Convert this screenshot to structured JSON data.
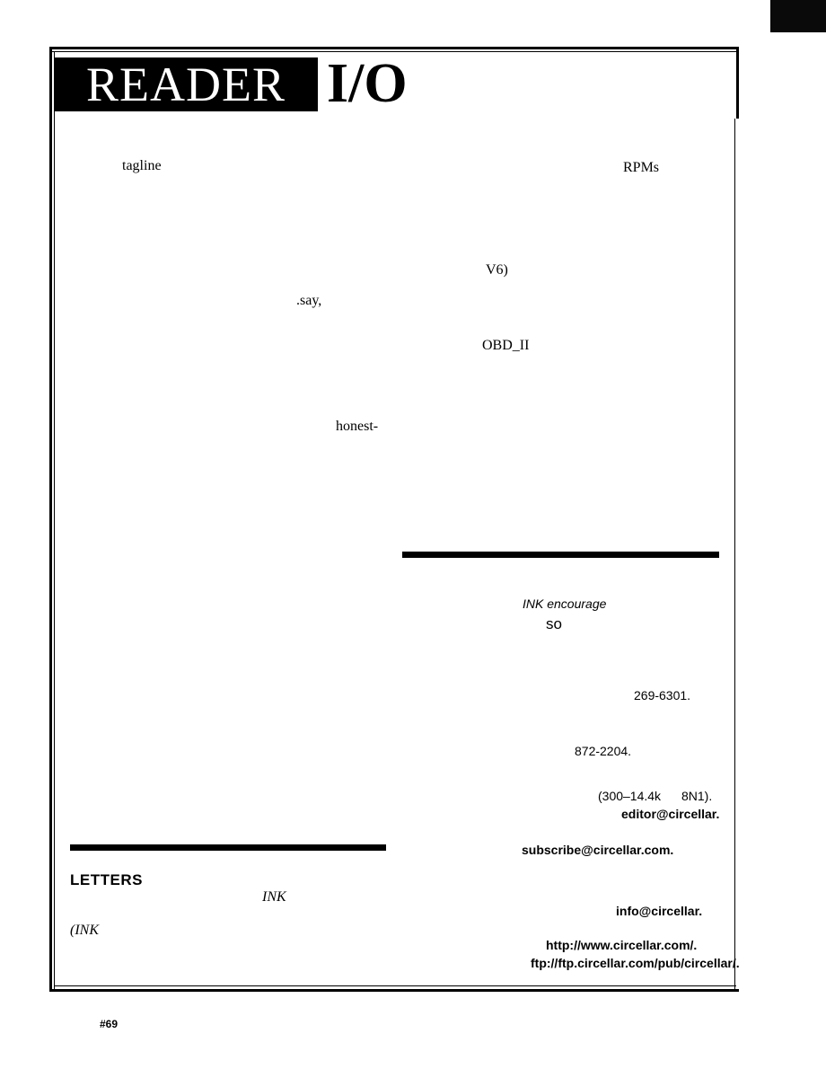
{
  "header": {
    "title_highlight": "READER",
    "title_rest": "I/O"
  },
  "left_column": {
    "fragments": [
      "tagline",
      ".say,",
      "honest-"
    ],
    "letters_heading": "LETTERS",
    "ink_ref_1": "INK",
    "ink_ref_2": "(INK"
  },
  "right_column": {
    "fragments": [
      "RPMs",
      "V6)",
      "OBD_II"
    ],
    "contact": {
      "ink_encourage": "INK encourage",
      "so": "so",
      "phone_1": "269-6301.",
      "phone_2": "872-2204.",
      "modem": "(300–14.4k",
      "modem_settings": "8N1).",
      "editor_email": "editor@circellar.",
      "subscribe_email": "subscribe@circellar.com.",
      "info_email": "info@circellar.",
      "web_url": "http://www.circellar.com/.",
      "ftp_url": "ftp://ftp.circellar.com/pub/circellar/."
    }
  },
  "footer": {
    "issue_number": "#69"
  }
}
